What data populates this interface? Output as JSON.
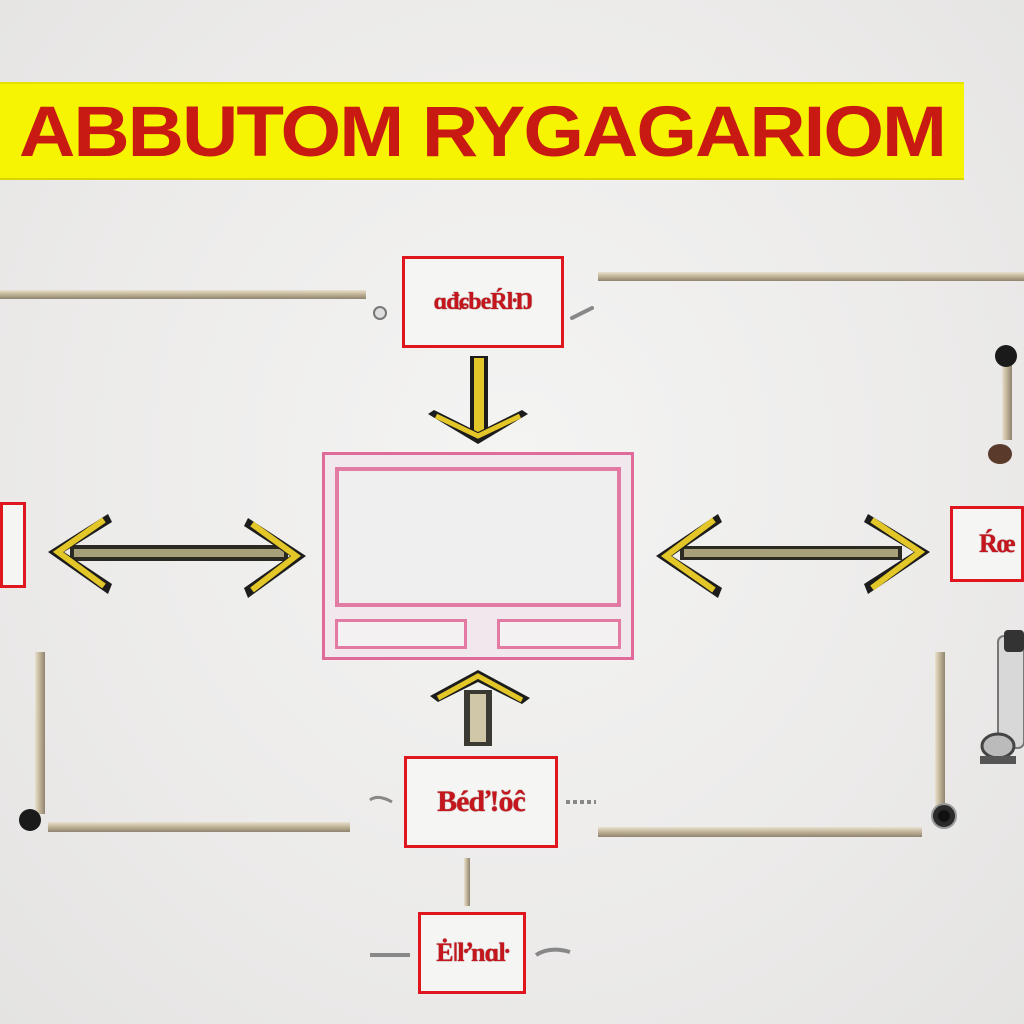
{
  "banner": {
    "title": "ABBUTOM RYGAGARIOM"
  },
  "nodes": {
    "top": "ɑđɕbeŔŀŊ",
    "right": "Ŕœ",
    "bottom": "Béďǃŏĉ",
    "bottom_small": "Ėǀŀŉɑŀ"
  },
  "colors": {
    "banner_bg": "#f6f400",
    "banner_text": "#c81a12",
    "node_border": "#e0161e",
    "monitor": "#e27aa4",
    "arrow_fill": "#e3c627",
    "arrow_outline": "#1c1c1c",
    "rail": "#c9bda4"
  },
  "icons": [
    "down-arrow-icon",
    "up-arrow-icon",
    "double-arrow-icon",
    "monitor-icon",
    "pin-icon",
    "device-icon"
  ]
}
